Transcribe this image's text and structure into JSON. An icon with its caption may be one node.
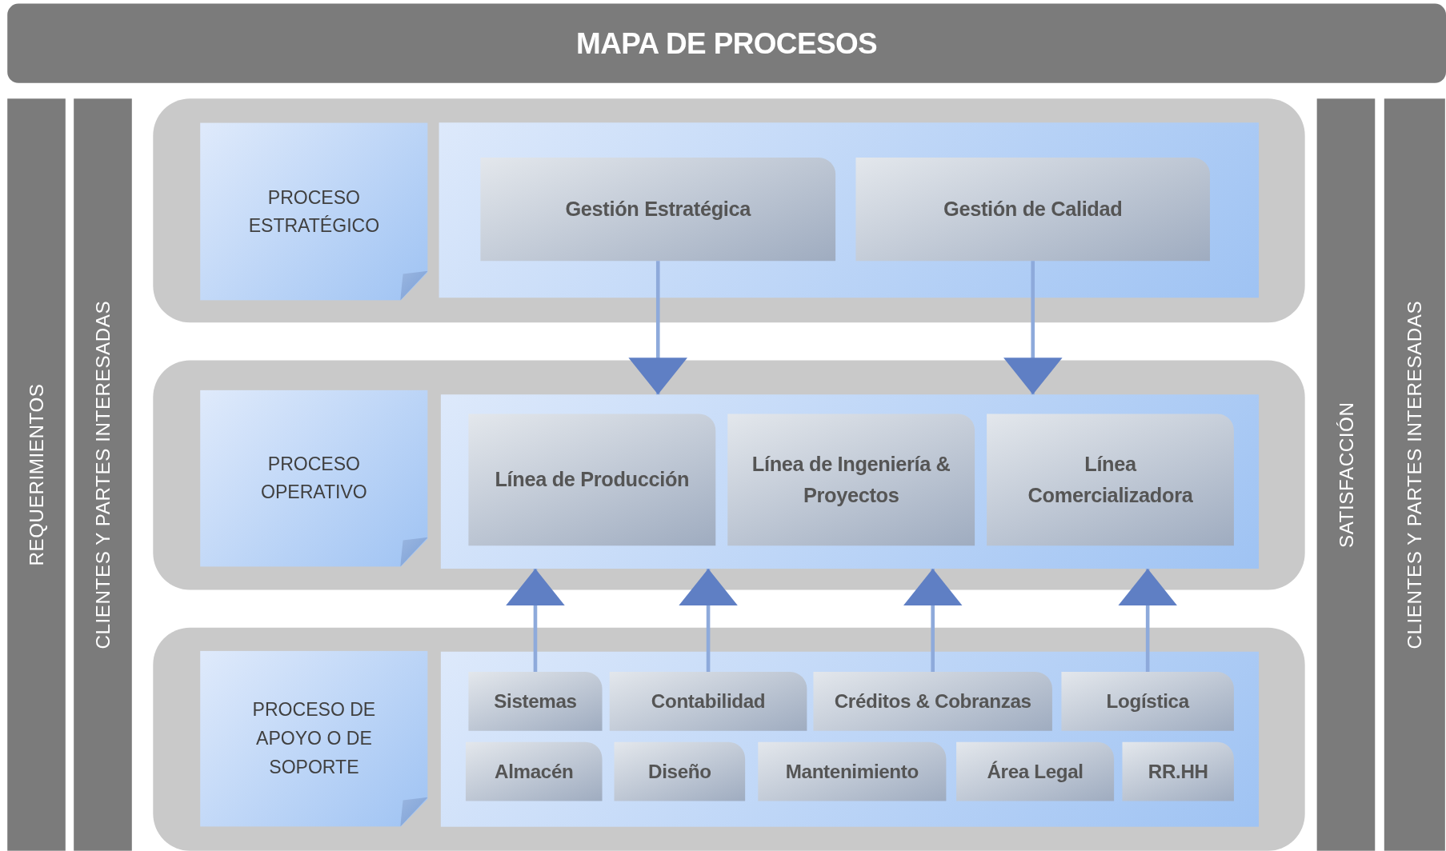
{
  "diagram": {
    "title": "MAPA DE PROCESOS",
    "nodes": [
      {
        "text": [
          "REQUERIMIENTOS"
        ]
      },
      {
        "text": [
          "CLIENTES Y PARTES INTERESADAS"
        ]
      },
      {
        "text": [],
        "shape": "box"
      },
      {
        "text": [
          "PROCESO ESTRATÉGICO"
        ],
        "in": 2
      },
      {
        "text": [],
        "shape": "box",
        "in": 2
      },
      {
        "text": [
          "Gestión Estratégica"
        ],
        "in": 4
      },
      {
        "text": [
          "Gestión de Calidad"
        ],
        "in": 4
      },
      {
        "text": [],
        "shape": "box"
      },
      {
        "text": [
          "PROCESO OPERATIVO"
        ],
        "in": 7
      },
      {
        "text": [],
        "shape": "box",
        "in": 7
      },
      {
        "text": [
          "Línea de Producción"
        ],
        "in": 9
      },
      {
        "text": [
          "Línea de Ingeniería & Proyectos"
        ],
        "in": 9
      },
      {
        "text": [
          "Línea Comercializadora"
        ],
        "in": 9
      },
      {
        "text": [],
        "shape": "box"
      },
      {
        "text": [
          "PROCESO DE APOYO O DE SOPORTE"
        ],
        "in": 13
      },
      {
        "text": [],
        "shape": "box",
        "in": 13
      },
      {
        "text": [
          "Sistemas"
        ],
        "in": 15
      },
      {
        "text": [
          "Contabilidad"
        ],
        "in": 15
      },
      {
        "text": [
          "Créditos & Cobranzas"
        ],
        "in": 15
      },
      {
        "text": [
          "Logística"
        ],
        "in": 15
      },
      {
        "text": [
          "Almacén"
        ],
        "in": 15
      },
      {
        "text": [
          "Diseño"
        ],
        "in": 15
      },
      {
        "text": [
          "Mantenimiento"
        ],
        "in": 15
      },
      {
        "text": [
          "Área Legal"
        ],
        "in": 15
      },
      {
        "text": [
          "RR.HH"
        ],
        "in": 15
      },
      {
        "text": [
          "SATISFACCIÓN"
        ]
      },
      {
        "text": [
          "CLIENTES Y PARTES INTERESADAS"
        ]
      }
    ],
    "edges": [
      {
        "from": 5,
        "to": 9,
        "arrow": "to"
      },
      {
        "from": 6,
        "to": 9,
        "arrow": "to"
      },
      {
        "from": 16,
        "to": 9,
        "arrow": "to"
      },
      {
        "from": 17,
        "to": 9,
        "arrow": "to"
      },
      {
        "from": 18,
        "to": 9,
        "arrow": "to"
      },
      {
        "from": 19,
        "to": 9,
        "arrow": "to"
      }
    ]
  }
}
